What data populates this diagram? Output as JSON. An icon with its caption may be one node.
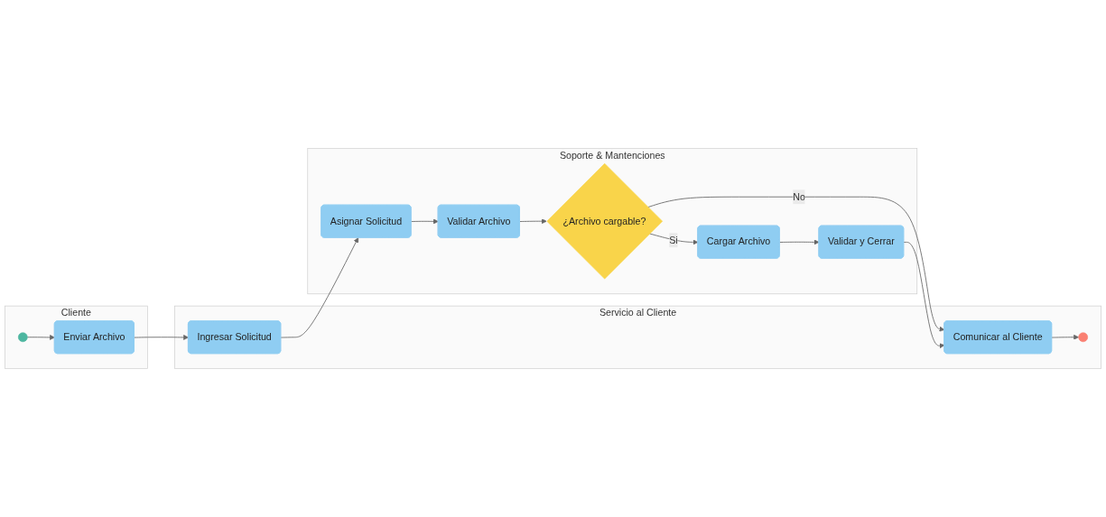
{
  "diagram": {
    "nodes": [
      {
        "text": [
          "Cliente"
        ]
      },
      {
        "text": [],
        "shape": "circle",
        "in": 0
      },
      {
        "text": [
          "Enviar Archivo"
        ],
        "in": 0
      },
      {
        "text": [
          "Servicio al Cliente"
        ]
      },
      {
        "text": [
          "Ingresar Solicitud"
        ],
        "in": 3
      },
      {
        "text": [
          "Comunicar al Cliente"
        ],
        "in": 3
      },
      {
        "text": [],
        "shape": "circle",
        "in": 3
      },
      {
        "text": [
          "Soporte & Mantenciones"
        ]
      },
      {
        "text": [
          "Asignar Solicitud"
        ],
        "in": 7
      },
      {
        "text": [
          "Validar Archivo"
        ],
        "in": 7
      },
      {
        "text": [
          "¿Archivo cargable?"
        ],
        "in": 7
      },
      {
        "text": [
          "Cargar Archivo"
        ],
        "in": 7
      },
      {
        "text": [
          "Validar y Cerrar"
        ],
        "in": 7
      }
    ],
    "edges": [
      {
        "from": 1,
        "to": 2,
        "arrow": "to"
      },
      {
        "from": 2,
        "to": 4,
        "arrow": "to"
      },
      {
        "from": 4,
        "to": 8,
        "arrow": "to"
      },
      {
        "from": 8,
        "to": 9,
        "arrow": "to"
      },
      {
        "from": 9,
        "to": 10,
        "arrow": "to"
      },
      {
        "from": 10,
        "to": 5,
        "label": "No",
        "arrow": "to"
      },
      {
        "from": 10,
        "to": 11,
        "label": "Si",
        "arrow": "to"
      },
      {
        "from": 11,
        "to": 12,
        "arrow": "to"
      },
      {
        "from": 12,
        "to": 5,
        "arrow": "to"
      },
      {
        "from": 5,
        "to": 6,
        "arrow": "to"
      }
    ]
  }
}
